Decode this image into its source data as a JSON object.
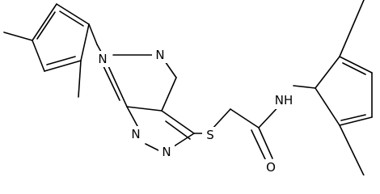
{
  "molecule": {
    "atoms": {
      "N_pyrazole": "N",
      "N1": "N",
      "N_pyrimidine_left": "N",
      "N_pyrimidine_bottom": "N",
      "S": "S",
      "NH": "NH",
      "O": "O"
    }
  },
  "colors": {
    "bond": "#000000",
    "label": "#000000",
    "background": "#ffffff"
  }
}
